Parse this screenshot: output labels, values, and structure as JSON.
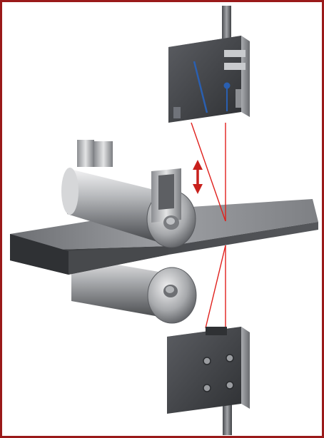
{
  "figure": {
    "frame_color": "#9a1a1a",
    "laser_color": "#e0201c",
    "arrow_color": "#c8201c",
    "sensor_indicator_color": "#2a5fb0",
    "metal_light": "#d9dadc",
    "metal_mid": "#8f9194",
    "metal_dark": "#3a3c3f",
    "sensor_body": "#4a4c50"
  },
  "parts": {
    "upper_sensor": "laser-displacement-sensor-top",
    "lower_sensor": "laser-displacement-sensor-bottom",
    "upper_roller": "upper-roller",
    "lower_roller": "lower-roller",
    "strip": "metal-strip",
    "arrow": "roller-gap-adjust-arrow"
  }
}
